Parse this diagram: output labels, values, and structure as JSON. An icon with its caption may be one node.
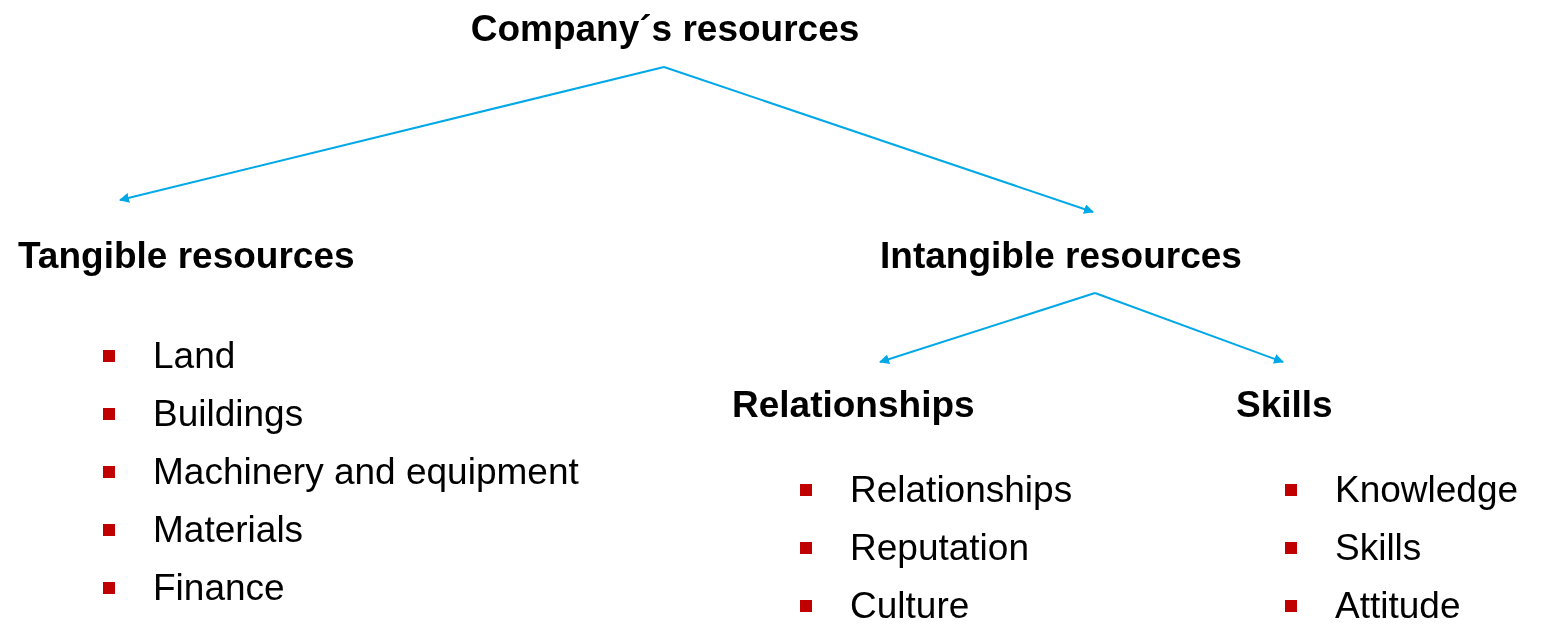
{
  "diagram": {
    "nodes": [
      {
        "text": [
          "Company´s resources"
        ]
      },
      {
        "text": [
          "Tangible resources"
        ]
      },
      {
        "text": [
          "Intangible resources"
        ]
      },
      {
        "text": [
          "Relationships"
        ]
      },
      {
        "text": [
          "Skills"
        ]
      }
    ],
    "edges": [
      {
        "from": 0,
        "to": 1,
        "arrow": "to"
      },
      {
        "from": 0,
        "to": 2,
        "arrow": "to"
      },
      {
        "from": 2,
        "to": 3,
        "arrow": "to"
      },
      {
        "from": 2,
        "to": 4,
        "arrow": "to"
      }
    ],
    "labels": [
      "Land",
      "Buildings",
      "Machinery and equipment",
      "Materials",
      "Finance",
      "Relationships",
      "Reputation",
      "Culture",
      "Knowledge",
      "Skills",
      "Attitude"
    ]
  }
}
